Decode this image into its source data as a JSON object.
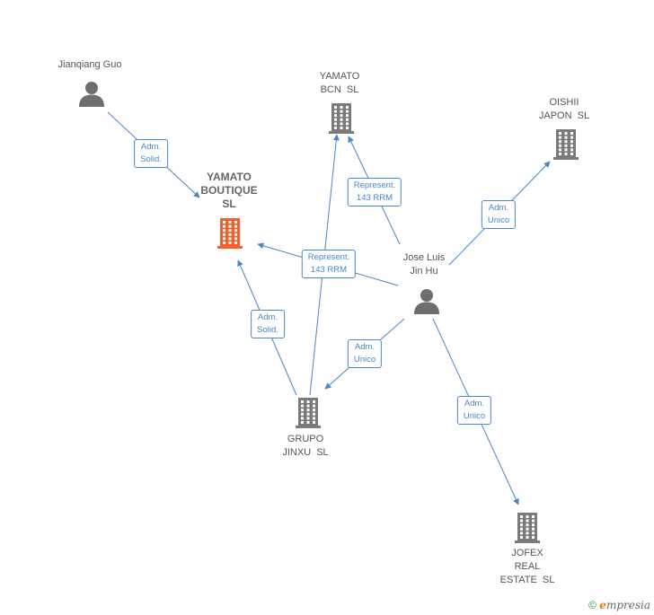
{
  "nodes": [
    {
      "id": "jianqiang",
      "type": "person",
      "label": "Jianqiang Guo"
    },
    {
      "id": "yamato_boutique",
      "type": "company",
      "focus": true,
      "label": "YAMATO\nBOUTIQUE\nSL"
    },
    {
      "id": "yamato_bcn",
      "type": "company",
      "label": "YAMATO\nBCN  SL"
    },
    {
      "id": "oishii",
      "type": "company",
      "label": "OISHII\nJAPON  SL"
    },
    {
      "id": "jose",
      "type": "person",
      "label": "Jose Luis\nJin Hu"
    },
    {
      "id": "grupo",
      "type": "company",
      "label": "GRUPO\nJINXU  SL"
    },
    {
      "id": "jofex",
      "type": "company",
      "label": "JOFEX\nREAL\nESTATE  SL"
    }
  ],
  "edges": [
    {
      "from": "jianqiang",
      "to": "yamato_boutique",
      "label": "Adm.\nSolid."
    },
    {
      "from": "grupo",
      "to": "yamato_bcn",
      "label": "Represent.\n143 RRM"
    },
    {
      "from": "jose",
      "to": "yamato_bcn",
      "label": "Represent.\n143 RRM"
    },
    {
      "from": "jose",
      "to": "yamato_boutique",
      "label": ""
    },
    {
      "from": "jose",
      "to": "oishii",
      "label": "Adm.\nUnico"
    },
    {
      "from": "grupo",
      "to": "yamato_boutique",
      "label": "Adm.\nSolid."
    },
    {
      "from": "jose",
      "to": "grupo",
      "label": "Adm.\nUnico"
    },
    {
      "from": "jose",
      "to": "jofex",
      "label": "Adm.\nUnico"
    }
  ],
  "colors": {
    "edge": "#4a86c8",
    "company": "#7a7a7a",
    "company_focus": "#f0612e",
    "person": "#6e6e6e"
  },
  "footer": {
    "copyright": "©",
    "brand_initial": "e",
    "brand_rest": "mpresia"
  }
}
